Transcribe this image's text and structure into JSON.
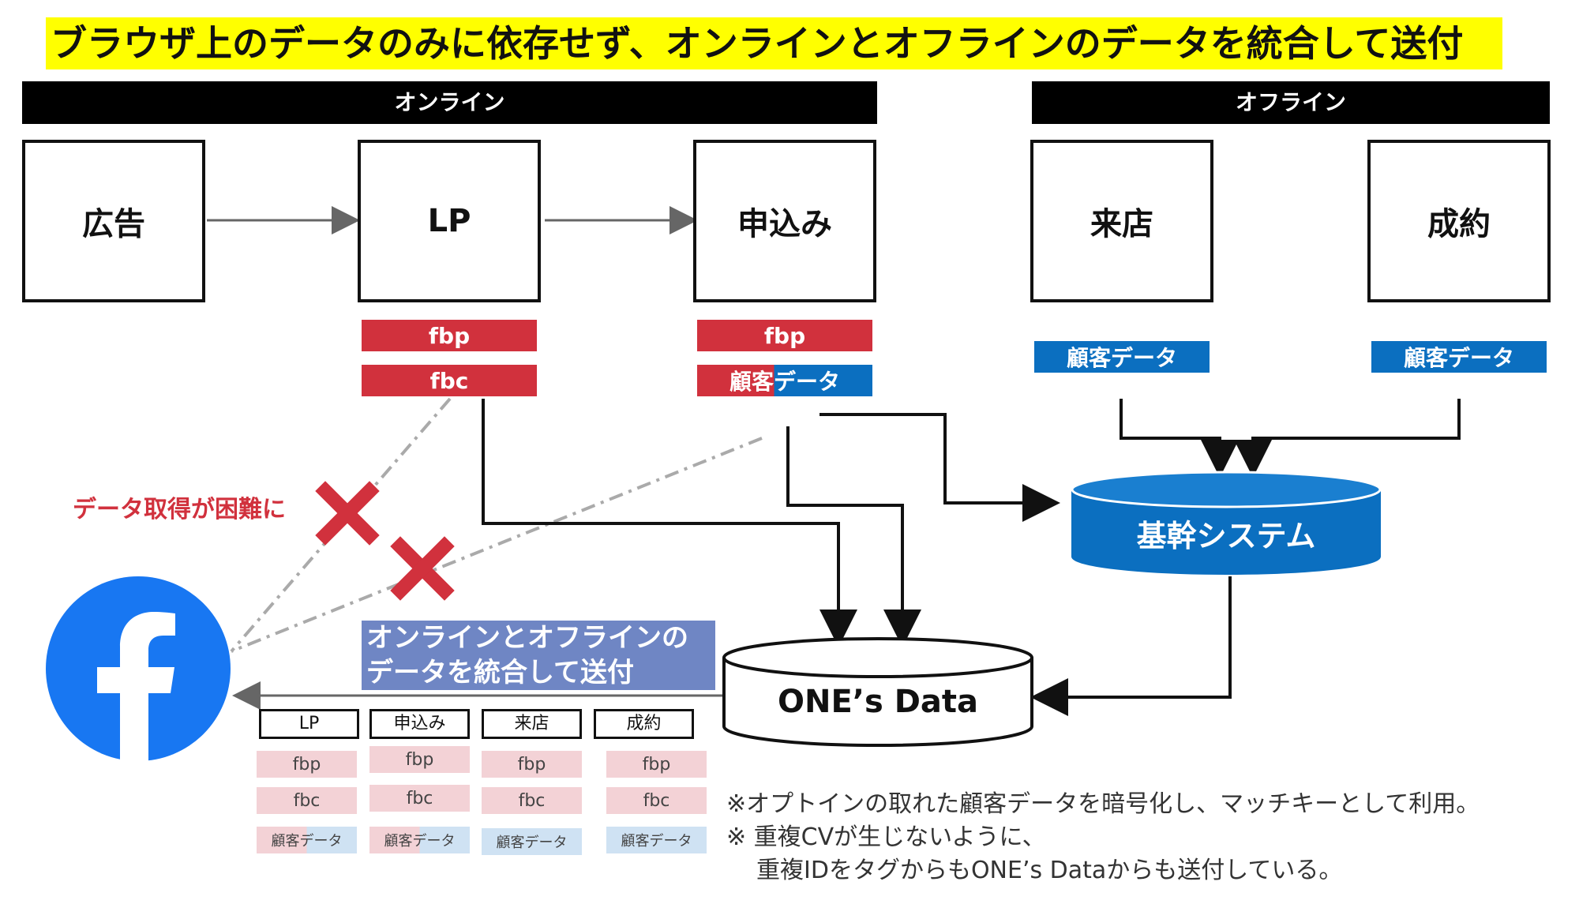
{
  "title": "ブラウザ上のデータのみに依存せず、オンラインとオフラインのデータを統合して送付",
  "sections": {
    "online": "オンライン",
    "offline": "オフライン"
  },
  "steps": {
    "ad": "広告",
    "lp": "LP",
    "apply": "申込み",
    "visit": "来店",
    "contract": "成約"
  },
  "tags": {
    "fbp": "fbp",
    "fbc": "fbc",
    "customer": "顧客データ"
  },
  "core_system": "基幹システム",
  "ones_data": "ONE’s Data",
  "fail_label": "データ取得が困難に",
  "merge_label": "オンラインとオフラインのデータを統合して送付",
  "table": {
    "headers": [
      "LP",
      "申込み",
      "来店",
      "成約"
    ]
  },
  "notes": [
    "※オプトインの取れた顧客データを暗号化し、マッチキーとして利用。",
    "※ 重複CVが生じないように、",
    "重複IDをタグからもONE’s Dataからも送付している。"
  ],
  "colors": {
    "highlight": "#ffff00",
    "red": "#d1313d",
    "blue": "#0b6fc0",
    "facebook": "#1877f2"
  },
  "icons": {
    "facebook": "facebook-logo-icon",
    "fail": "red-x-icon"
  }
}
